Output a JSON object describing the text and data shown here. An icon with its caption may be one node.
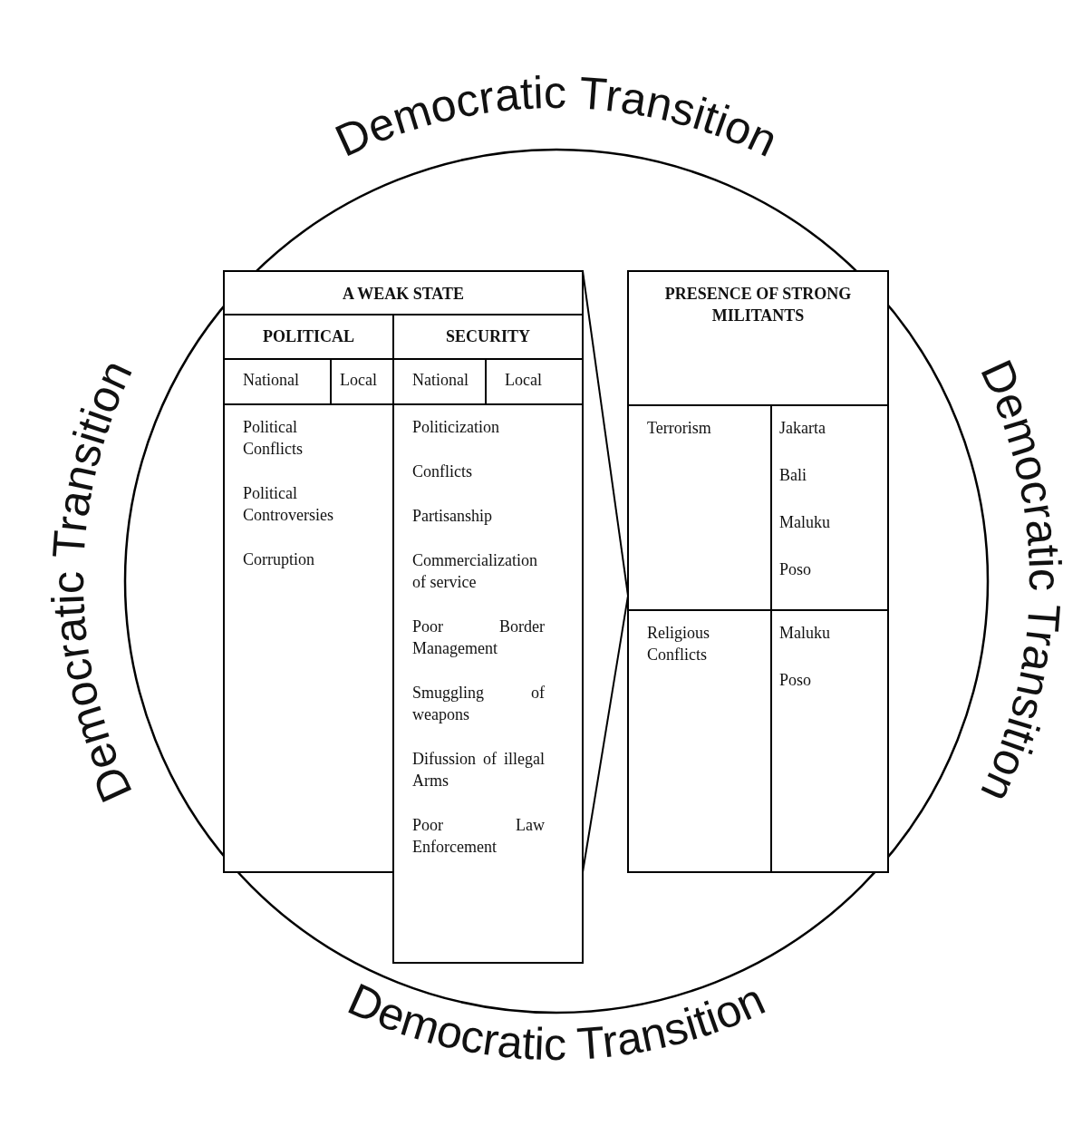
{
  "diagram": {
    "nodes": [
      {
        "text": [
          "Democratic Transition",
          "Democratic Transition",
          "Democratic Transition",
          "Democratic Transition"
        ]
      },
      {
        "text": [
          "A WEAK STATE"
        ],
        "in": 0
      },
      {
        "text": [
          "POLITICAL"
        ],
        "in": 0
      },
      {
        "text": [
          "SECURITY"
        ],
        "in": 0
      },
      {
        "text": [
          "National"
        ],
        "in": 0
      },
      {
        "text": [
          "Local"
        ],
        "in": 0
      },
      {
        "text": [
          "National"
        ],
        "in": 0
      },
      {
        "text": [
          "Local"
        ],
        "in": 0
      },
      {
        "text": [
          "Political Conflicts",
          "Political Controversies",
          "Corruption"
        ],
        "in": 0
      },
      {
        "text": [
          "Politicization",
          "Conflicts",
          "Partisanship",
          "Commercialization of service",
          "Poor Border Management",
          "Smuggling of weapons",
          "Difussion of illegal Arms",
          "Poor Law Enforcement"
        ],
        "in": 0
      },
      {
        "text": [
          "PRESENCE OF STRONG MILITANTS"
        ],
        "in": 0
      },
      {
        "text": [
          "Terrorism"
        ],
        "in": 10
      },
      {
        "text": [
          "Jakarta",
          "Bali",
          "Maluku",
          "Poso"
        ],
        "in": 10
      },
      {
        "text": [
          "Religious Conflicts"
        ],
        "in": 10
      },
      {
        "text": [
          "Maluku",
          "Poso"
        ],
        "in": 10
      }
    ],
    "edges": [
      {
        "from": 1,
        "to": 10,
        "arrow": "none"
      },
      {
        "from": 9,
        "to": 10,
        "arrow": "none"
      }
    ]
  }
}
